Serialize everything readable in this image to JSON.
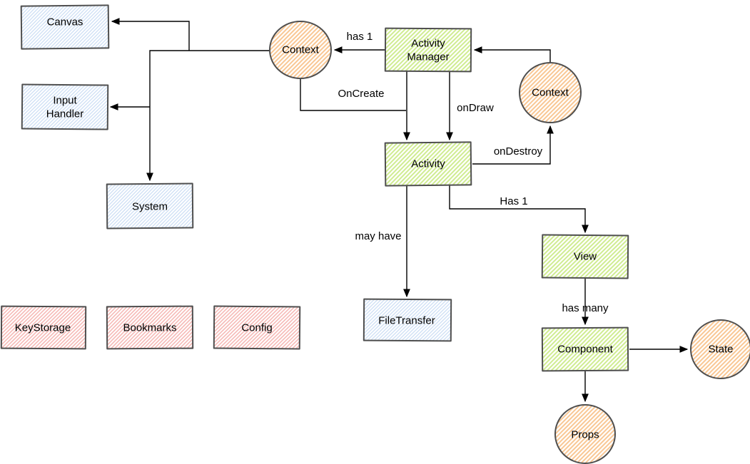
{
  "diagram_title": "",
  "colors": {
    "blue_hatch": "#c9dcf4",
    "green_hatch": "#cdeb8b",
    "orange_hatch": "#f9c48e",
    "pink_hatch": "#f5b5b1",
    "node_stroke": "#4f4f4f",
    "edge_color": "#000000",
    "background": "#ffffff"
  },
  "nodes": {
    "canvas": {
      "label": "Canvas"
    },
    "input_handler": {
      "line1": "Input",
      "line2": "Handler"
    },
    "system": {
      "label": "System"
    },
    "keystorage": {
      "label": "KeyStorage"
    },
    "bookmarks": {
      "label": "Bookmarks"
    },
    "config": {
      "label": "Config"
    },
    "activity_manager": {
      "line1": "Activity",
      "line2": "Manager"
    },
    "activity": {
      "label": "Activity"
    },
    "view": {
      "label": "View"
    },
    "component": {
      "label": "Component"
    },
    "filetransfer": {
      "label": "FileTransfer"
    },
    "context_left": {
      "label": "Context"
    },
    "context_right": {
      "label": "Context"
    },
    "state": {
      "label": "State"
    },
    "props": {
      "label": "Props"
    }
  },
  "edge_labels": {
    "has_1_top": "has 1",
    "oncreate": "OnCreate",
    "ondraw": "onDraw",
    "ondestroy": "onDestroy",
    "may_have": "may have",
    "has_1_bottom": "Has 1",
    "has_many": "has many"
  },
  "edges": [
    {
      "from": "Context (left)",
      "to": "Canvas",
      "label": ""
    },
    {
      "from": "Context (left)",
      "to": "Input Handler",
      "label": ""
    },
    {
      "from": "Context (left)",
      "to": "System",
      "label": ""
    },
    {
      "from": "Activity Manager",
      "to": "Context (left)",
      "label": "has 1"
    },
    {
      "from": "Context (right)",
      "to": "Activity Manager",
      "label": ""
    },
    {
      "from": "Activity Manager",
      "to": "Activity",
      "label": "onDraw"
    },
    {
      "from": "Context (left)",
      "to": "Activity",
      "label": "OnCreate"
    },
    {
      "from": "Activity",
      "to": "Context (right)",
      "label": "onDestroy"
    },
    {
      "from": "Activity",
      "to": "FileTransfer",
      "label": "may have"
    },
    {
      "from": "Activity",
      "to": "View",
      "label": "Has 1"
    },
    {
      "from": "View",
      "to": "Component",
      "label": "has many"
    },
    {
      "from": "Component",
      "to": "State",
      "label": ""
    },
    {
      "from": "Component",
      "to": "Props",
      "label": ""
    },
    {
      "from": "System",
      "to": "KeyStorage",
      "label": ""
    },
    {
      "from": "System",
      "to": "Bookmarks",
      "label": ""
    },
    {
      "from": "System",
      "to": "Config",
      "label": ""
    }
  ]
}
